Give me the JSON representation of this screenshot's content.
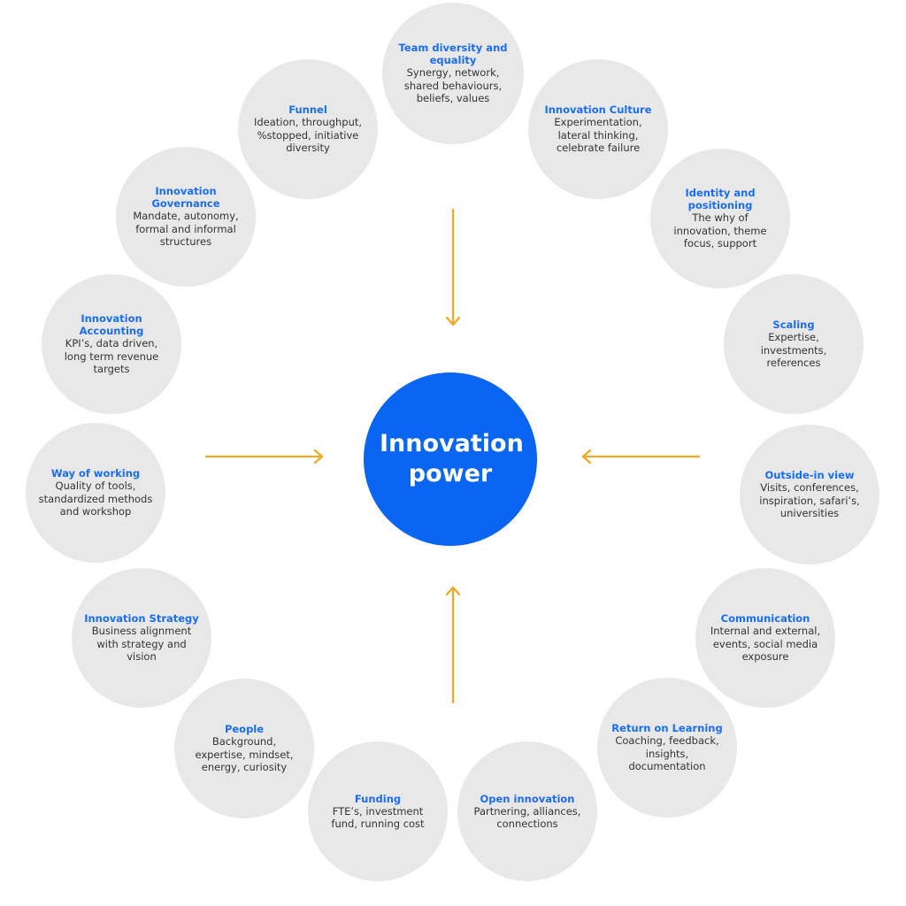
{
  "center": {
    "title": "Innovation power"
  },
  "colors": {
    "accent_blue": "#0a66f0",
    "title_blue": "#1a6ef5",
    "node_bg": "#e8e8e8",
    "arrow": "#f5a623"
  },
  "nodes": [
    {
      "title": "Team diversity and equality",
      "desc": "Synergy, network, shared behaviours, beliefs, values"
    },
    {
      "title": "Innovation Culture",
      "desc": "Experimentation, lateral thinking, celebrate failure"
    },
    {
      "title": "Identity and positioning",
      "desc": "The why of innovation, theme focus, support"
    },
    {
      "title": "Scaling",
      "desc": "Expertise, investments, references"
    },
    {
      "title": "Outside-in view",
      "desc": "Visits, conferences, inspiration, safari’s, universities"
    },
    {
      "title": "Communication",
      "desc": "Internal and external, events, social media exposure"
    },
    {
      "title": "Return on Learning",
      "desc": "Coaching, feedback, insights, documentation"
    },
    {
      "title": "Open innovation",
      "desc": "Partnering, alliances, connections"
    },
    {
      "title": "Funding",
      "desc": "FTE’s, investment fund, running cost"
    },
    {
      "title": "People",
      "desc": "Background, expertise, mindset, energy, curiosity"
    },
    {
      "title": "Innovation Strategy",
      "desc": "Business alignment with strategy and vision"
    },
    {
      "title": "Way of working",
      "desc": "Quality of tools, standardized methods and workshop"
    },
    {
      "title": "Innovation Accounting",
      "desc": "KPI’s, data driven, long term revenue targets"
    },
    {
      "title": "Innovation Governance",
      "desc": "Mandate, autonomy, formal and informal structures"
    },
    {
      "title": "Funnel",
      "desc": "Ideation, throughput, %stopped, initiative diversity"
    }
  ],
  "arrows": [
    {
      "direction": "down",
      "from": "top"
    },
    {
      "direction": "right",
      "from": "left"
    },
    {
      "direction": "left",
      "from": "right"
    },
    {
      "direction": "up",
      "from": "bottom"
    }
  ]
}
